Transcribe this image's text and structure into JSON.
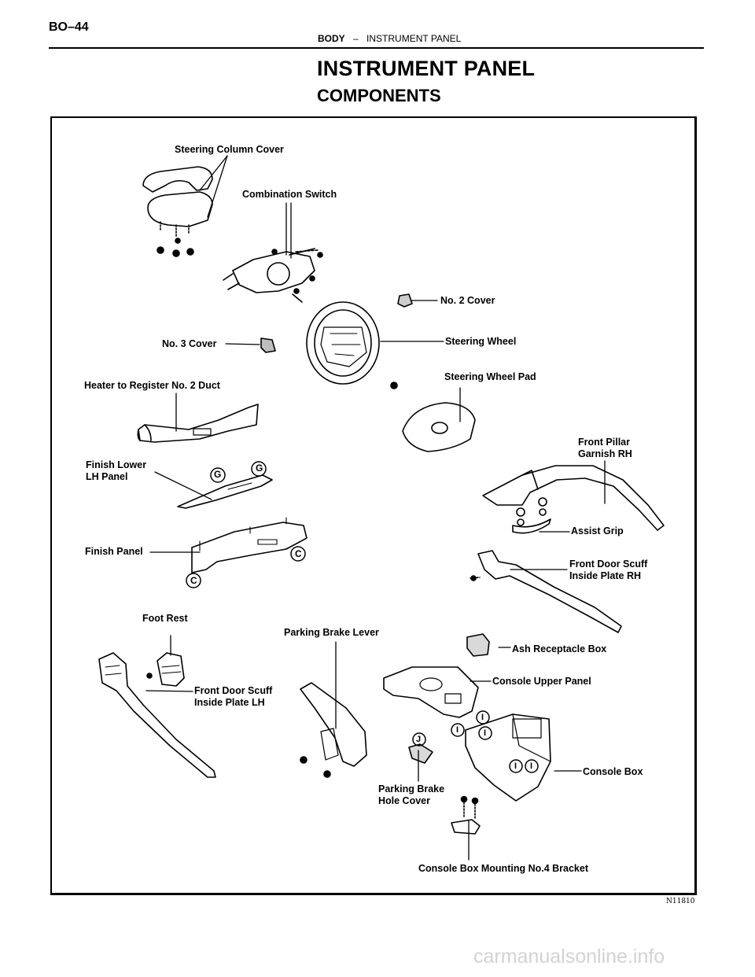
{
  "header": {
    "page_number": "BO–44",
    "section": "BODY",
    "separator": "–",
    "subsection": "INSTRUMENT PANEL"
  },
  "title": "INSTRUMENT PANEL",
  "subtitle": "COMPONENTS",
  "labels": {
    "steering_column_cover": "Steering Column Cover",
    "combination_switch": "Combination Switch",
    "no2_cover": "No. 2 Cover",
    "no3_cover": "No. 3 Cover",
    "steering_wheel": "Steering Wheel",
    "steering_wheel_pad": "Steering Wheel Pad",
    "heater_duct": "Heater to Register No. 2 Duct",
    "front_pillar_garnish": "Front Pillar\nGarnish RH",
    "finish_lower_lh_panel": "Finish Lower\nLH Panel",
    "assist_grip": "Assist Grip",
    "finish_panel": "Finish Panel",
    "front_door_scuff_rh": "Front Door Scuff\nInside Plate RH",
    "foot_rest": "Foot Rest",
    "parking_brake_lever": "Parking Brake Lever",
    "ash_receptacle_box": "Ash Receptacle Box",
    "console_upper_panel": "Console Upper Panel",
    "front_door_scuff_lh": "Front Door Scuff\nInside Plate LH",
    "console_box": "Console Box",
    "parking_brake_hole_cover": "Parking Brake\nHole Cover",
    "console_bracket": "Console Box Mounting No.4 Bracket"
  },
  "clip_letters": {
    "g": "G",
    "c": "C",
    "i": "I",
    "j": "J"
  },
  "figure_code": "N11810",
  "watermark": "carmanualsonline.info"
}
